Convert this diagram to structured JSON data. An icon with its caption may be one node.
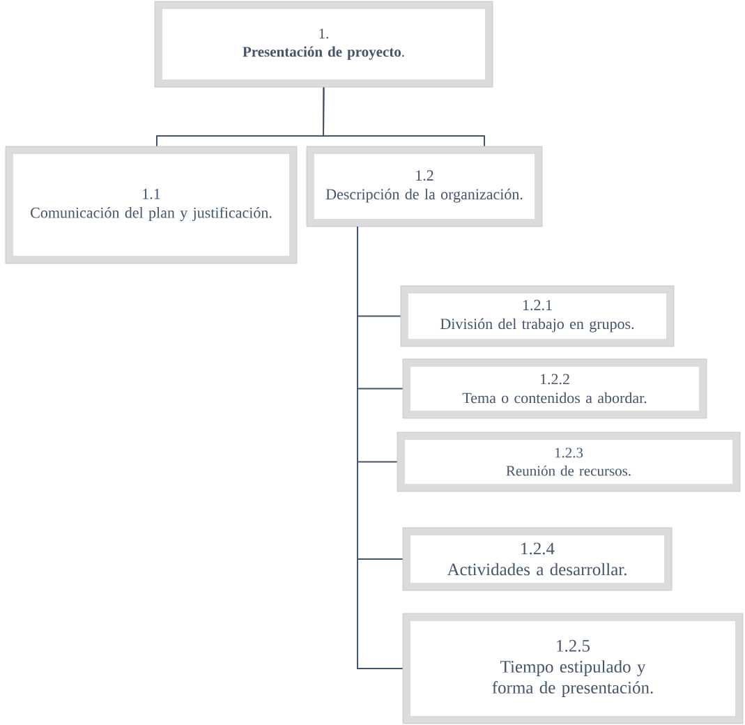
{
  "diagram": {
    "nodes": [
      {
        "text": [
          "1.",
          "**Presentación de proyecto**."
        ]
      },
      {
        "text": [
          "1.1",
          "Comunicación del plan y justificación."
        ]
      },
      {
        "text": [
          "1.2",
          "Descripción de la organización."
        ]
      },
      {
        "text": [
          "1.2.1",
          "División del trabajo en grupos."
        ]
      },
      {
        "text": [
          "1.2.2",
          "Tema o contenidos a abordar."
        ]
      },
      {
        "text": [
          "1.2.3",
          "Reunión de recursos."
        ]
      },
      {
        "text": [
          "1.2.4",
          "Actividades a desarrollar."
        ]
      },
      {
        "text": [
          "1.2.5",
          "Tiempo estipulado y forma de presentación."
        ]
      }
    ],
    "edges": [
      {
        "from": 0,
        "to": 1,
        "arrow": "none"
      },
      {
        "from": 0,
        "to": 2,
        "arrow": "none"
      },
      {
        "from": 2,
        "to": 3,
        "arrow": "none"
      },
      {
        "from": 2,
        "to": 4,
        "arrow": "none"
      },
      {
        "from": 2,
        "to": 5,
        "arrow": "none"
      },
      {
        "from": 2,
        "to": 6,
        "arrow": "none"
      },
      {
        "from": 2,
        "to": 7,
        "arrow": "none"
      }
    ]
  }
}
